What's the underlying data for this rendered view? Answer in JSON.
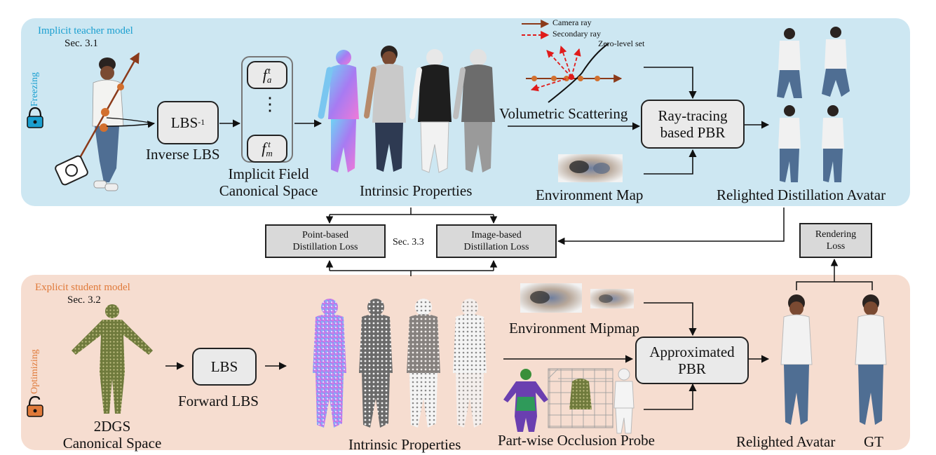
{
  "teacher": {
    "title": "Implicit teacher model",
    "sec": "Sec. 3.1",
    "mode": "Freezing",
    "inverse_lbs_box": "LBS",
    "inverse_lbs_sup": "-1",
    "inverse_lbs_label": "Inverse LBS",
    "field_top": "f",
    "field_top_sup": "t",
    "field_top_sub": "a",
    "field_dots": "⋮",
    "field_bottom": "f",
    "field_bottom_sup": "t",
    "field_bottom_sub": "m",
    "implicit_field_line1": "Implicit Field",
    "implicit_field_line2": "Canonical Space",
    "intrinsic_label": "Intrinsic Properties",
    "camera_ray": "Camera ray",
    "secondary_ray": "Secondary ray",
    "zero_level_set": "Zero-level set",
    "volumetric_label": "Volumetric Scattering",
    "pbr_line1": "Ray-tracing",
    "pbr_line2": "based PBR",
    "env_map_label": "Environment Map",
    "relighted_label": "Relighted Distillation Avatar"
  },
  "losses": {
    "point_line1": "Point-based",
    "point_line2": "Distillation Loss",
    "sec": "Sec. 3.3",
    "image_line1": "Image-based",
    "image_line2": "Distillation Loss",
    "render_line1": "Rendering",
    "render_line2": "Loss"
  },
  "student": {
    "title": "Explicit student model",
    "sec": "Sec. 3.2",
    "mode": "Optimizing",
    "canonical_line1": "2DGS",
    "canonical_line2": "Canonical Space",
    "lbs_box": "LBS",
    "lbs_label": "Forward LBS",
    "intrinsic_label": "Intrinsic Properties",
    "env_mipmap_label": "Environment Mipmap",
    "pbr_line1": "Approximated",
    "pbr_line2": "PBR",
    "occlusion_label": "Part-wise Occlusion Probe",
    "relighted_label": "Relighted Avatar",
    "gt_label": "GT"
  },
  "colors": {
    "teacher_bg": "#cde7f2",
    "student_bg": "#f6ddd0",
    "teacher_accent": "#1a9fd0",
    "student_accent": "#e07a3a",
    "ray": "#8b3a1a",
    "secondary_ray": "#e01b1b"
  }
}
